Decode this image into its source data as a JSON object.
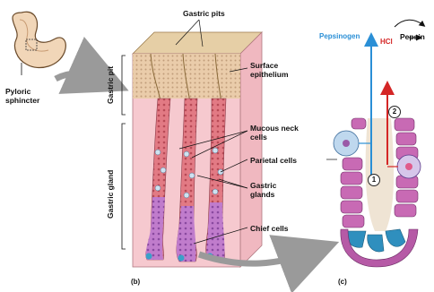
{
  "labels": {
    "gastric_pits": "Gastric pits",
    "surface_epithelium": "Surface epithelium",
    "pyloric_sphincter": "Pyloric sphincter",
    "mucous_neck_cells": "Mucous neck cells",
    "parietal_cells": "Parietal cells",
    "gastric_glands": "Gastric glands",
    "chief_cells": "Chief cells",
    "gastric_pit_side": "Gastric pit",
    "gastric_gland_side": "Gastric gland"
  },
  "reaction": {
    "pepsinogen": "Pepsinogen",
    "hcl": "HCl",
    "pepsin": "Pepsin",
    "step1": "1",
    "step2": "2"
  },
  "panels": {
    "b": "(b)",
    "c": "(c)"
  },
  "colors": {
    "tissue_pink": "#f6c9cf",
    "mucosa_tan": "#e2c49a",
    "gland_red": "#e06a74",
    "gland_purple": "#b06cc0",
    "chief_blue": "#3aa0c8",
    "arrow_gray": "#9a9a9a",
    "pepsinogen_blue": "#2a8fd6",
    "hcl_red": "#d42626"
  }
}
